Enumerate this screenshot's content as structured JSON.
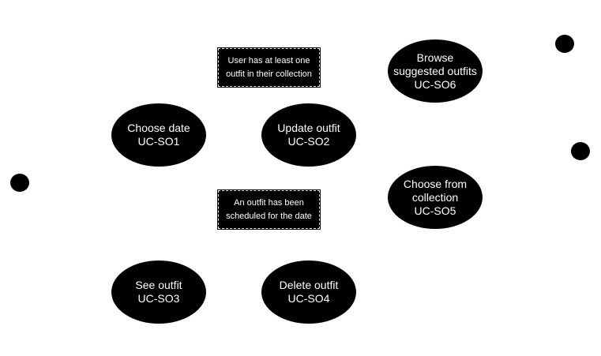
{
  "use_cases": [
    {
      "line1": "Choose date",
      "line2": "UC-SO1"
    },
    {
      "line1": "Update outfit",
      "line2": "UC-SO2"
    },
    {
      "line1": "See outfit",
      "line2": "UC-SO3"
    },
    {
      "line1": "Delete outfit",
      "line2": "UC-SO4"
    },
    {
      "line1": "Choose from",
      "line2": "collection",
      "line3": "UC-SO5"
    },
    {
      "line1": "Browse",
      "line2": "suggested outfits",
      "line3": "UC-SO6"
    }
  ],
  "notes": [
    {
      "line1": "User has at least one",
      "line2": "outfit in their collection"
    },
    {
      "line1": "An outfit has been",
      "line2": "scheduled for the date"
    }
  ],
  "colors": {
    "fill": "#000000",
    "text": "#ffffff",
    "background": "#ffffff"
  }
}
